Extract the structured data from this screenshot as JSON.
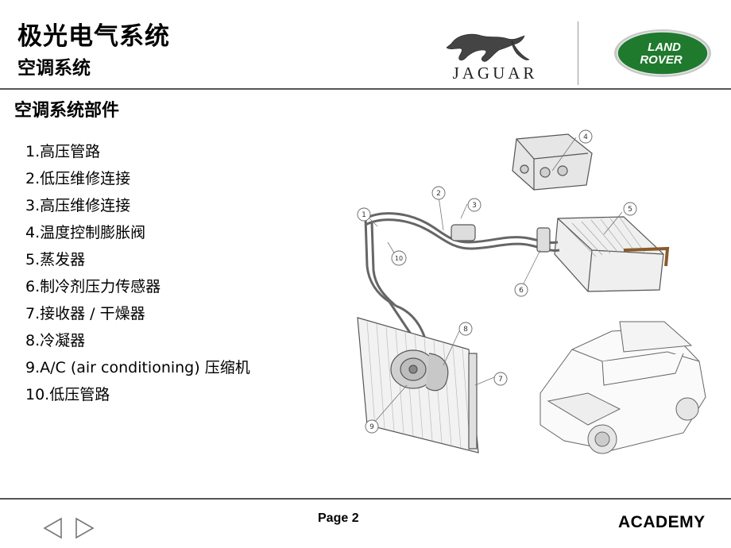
{
  "header": {
    "title": "极光电气系统",
    "subtitle": "空调系统",
    "jaguar_wordmark": "JAGUAR",
    "landrover_line1": "LAND",
    "landrover_line2": "ROVER"
  },
  "section": {
    "title": "空调系统部件",
    "items": [
      "1.高压管路",
      "2.低压维修连接",
      "3.高压维修连接",
      "4.温度控制膨胀阀",
      "5.蒸发器",
      "6.制冷剂压力传感器",
      "7.接收器 / 干燥器",
      "8.冷凝器",
      "9.A/C (air conditioning) 压缩机",
      "10.低压管路"
    ]
  },
  "diagram": {
    "callouts": [
      "1",
      "2",
      "3",
      "4",
      "5",
      "6",
      "7",
      "8",
      "9",
      "10"
    ]
  },
  "footer": {
    "page": "Page 2",
    "academy": "ACADEMY",
    "prev_icon": "triangle-left-outline",
    "next_icon": "triangle-right-outline"
  },
  "colors": {
    "landrover_green": "#1f7a2e",
    "rule": "#555555"
  }
}
